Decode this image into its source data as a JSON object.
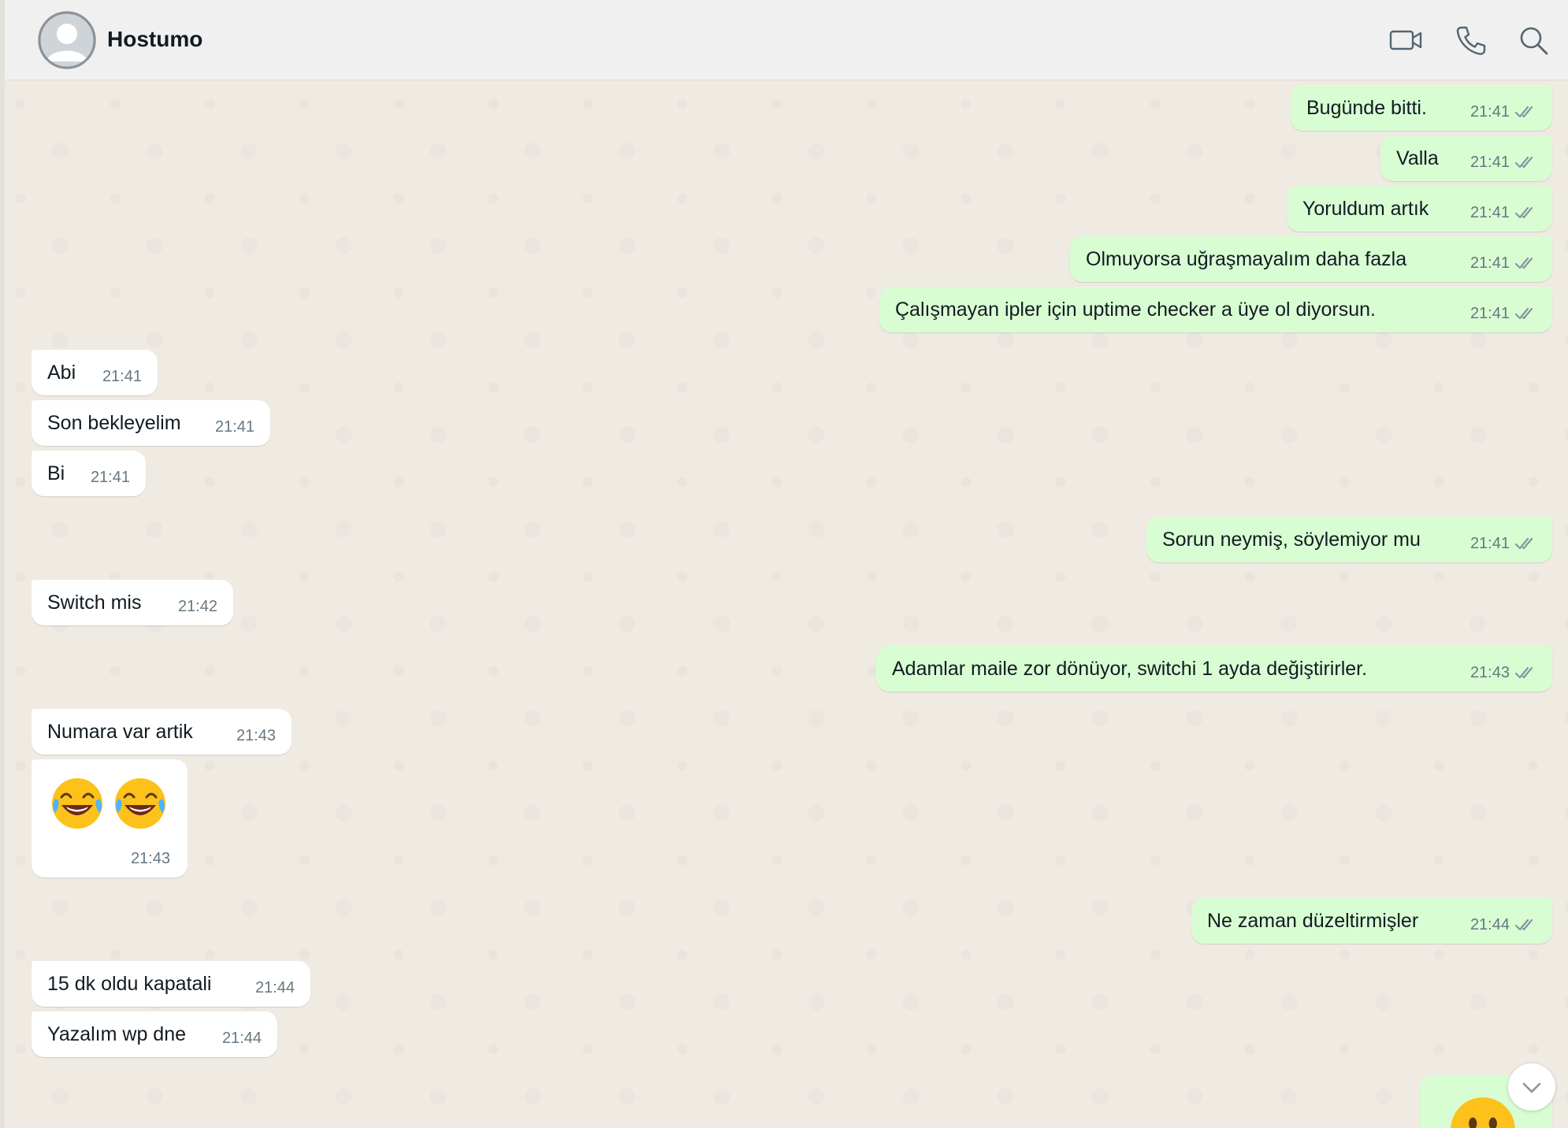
{
  "header": {
    "contact_name": "Hostumo",
    "icons": [
      "video-call-icon",
      "voice-call-icon",
      "search-icon"
    ]
  },
  "messages": [
    {
      "dir": "out",
      "text": "Bugünde bitti.",
      "time": "21:41",
      "status": "read"
    },
    {
      "dir": "out",
      "text": "Valla",
      "time": "21:41",
      "status": "read"
    },
    {
      "dir": "out",
      "text": "Yoruldum artık",
      "time": "21:41",
      "status": "read"
    },
    {
      "dir": "out",
      "text": "Olmuyorsa uğraşmayalım daha fazla",
      "time": "21:41",
      "status": "read"
    },
    {
      "dir": "out",
      "text": "Çalışmayan ipler için uptime checker a üye ol diyorsun.",
      "time": "21:41",
      "status": "read"
    },
    {
      "dir": "in",
      "text": "Abi",
      "time": "21:41"
    },
    {
      "dir": "in",
      "text": "Son bekleyelim",
      "time": "21:41"
    },
    {
      "dir": "in",
      "text": "Bi",
      "time": "21:41"
    },
    {
      "dir": "out",
      "text": "Sorun neymiş, söylemiyor mu",
      "time": "21:41",
      "status": "read"
    },
    {
      "dir": "in",
      "text": "Switch mis",
      "time": "21:42"
    },
    {
      "dir": "out",
      "text": "Adamlar maile zor dönüyor, switchi 1 ayda değiştirirler.",
      "time": "21:43",
      "status": "read"
    },
    {
      "dir": "in",
      "text": "Numara var artik",
      "time": "21:43"
    },
    {
      "dir": "in",
      "type": "emoji",
      "emojis": [
        "face-with-tears-of-joy",
        "face-with-tears-of-joy"
      ],
      "time": "21:43"
    },
    {
      "dir": "out",
      "text": "Ne zaman düzeltirmişler",
      "time": "21:44",
      "status": "read"
    },
    {
      "dir": "in",
      "text": "15 dk oldu kapatali",
      "time": "21:44"
    },
    {
      "dir": "in",
      "text": "Yazalım wp dne",
      "time": "21:44"
    },
    {
      "dir": "out",
      "type": "emoji",
      "emojis": [
        "neutral-face"
      ],
      "partial": true
    }
  ],
  "colors": {
    "outgoing_bubble": "#d9fdd3",
    "incoming_bubble": "#ffffff",
    "chat_background": "#efeae2",
    "read_ticks": "#8696a0"
  }
}
